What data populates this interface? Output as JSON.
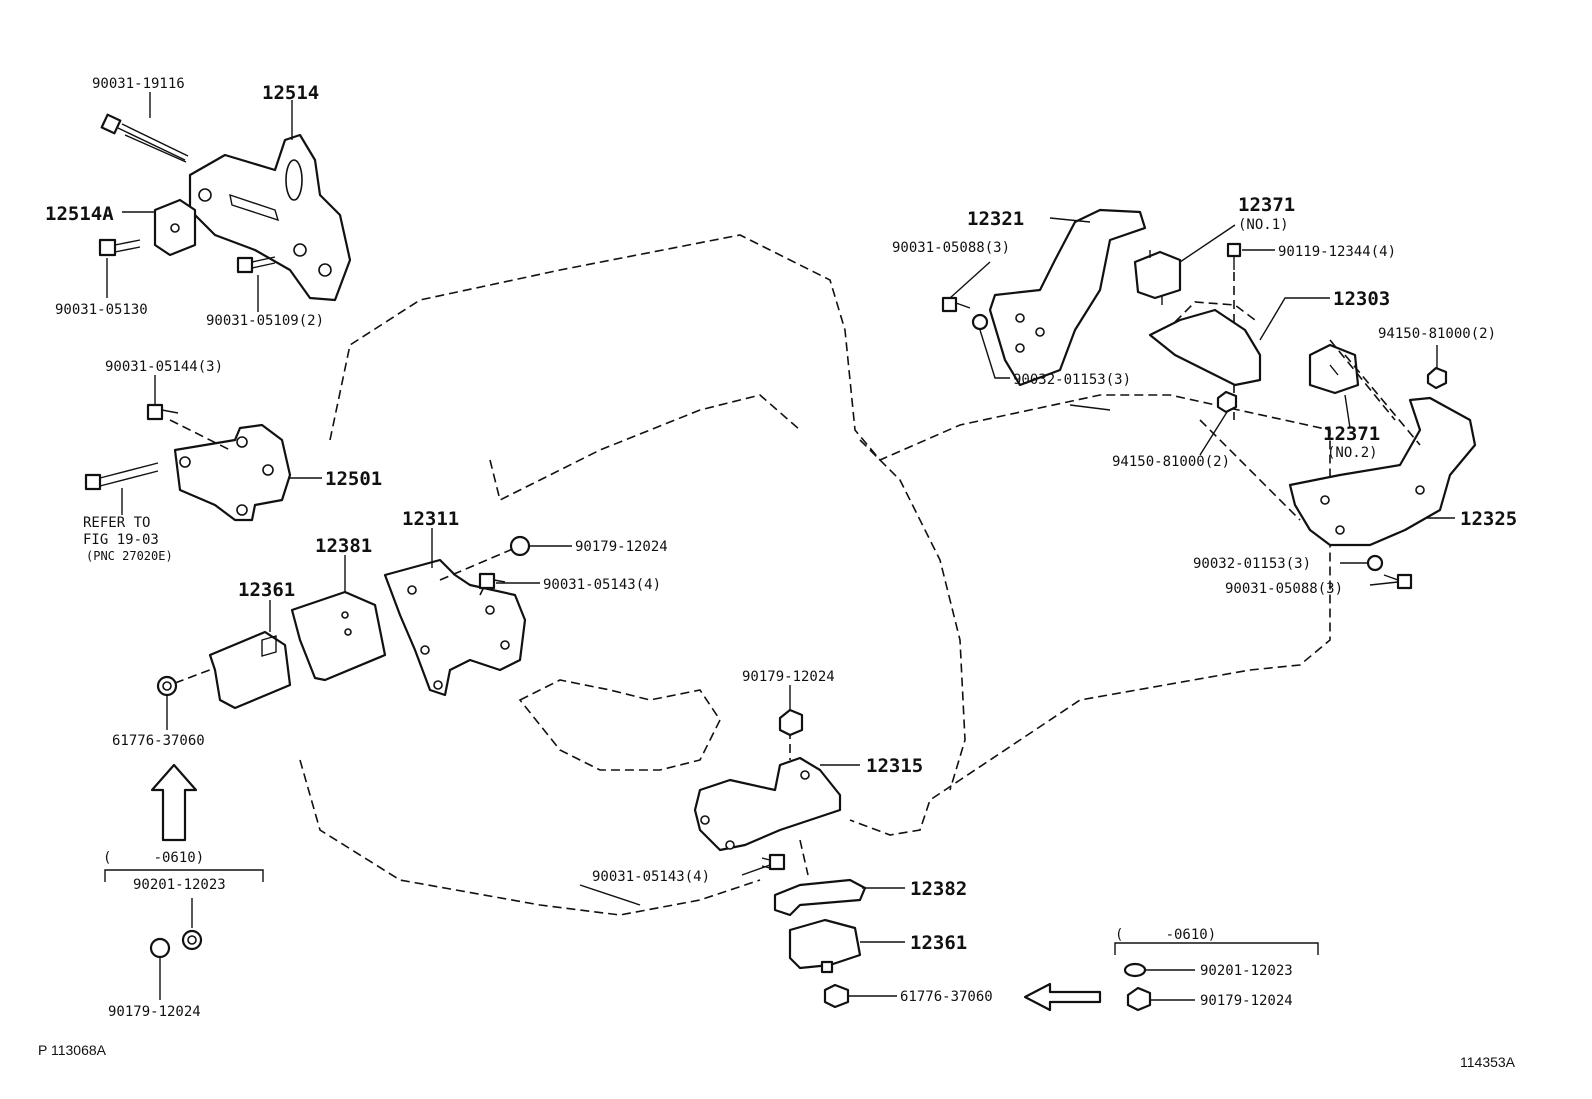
{
  "labels": {
    "l_90031_19116": "90031-19116",
    "l_12514": "12514",
    "l_12514A": "12514A",
    "l_90031_05130": "90031-05130",
    "l_90031_05109": "90031-05109(2)",
    "l_90031_05144": "90031-05144(3)",
    "l_12501": "12501",
    "l_refer1": "REFER TO",
    "l_refer2": "FIG 19-03",
    "l_refer3": "(PNC 27020E)",
    "l_12311": "12311",
    "l_12381": "12381",
    "l_12361_left": "12361",
    "l_90179_12024_a": "90179-12024",
    "l_90031_05143_top": "90031-05143(4)",
    "l_61776_37060_left": "61776-37060",
    "l_range_left": "(     -0610)",
    "l_90201_12023_left": "90201-12023",
    "l_90179_12024_left": "90179-12024",
    "l_12321": "12321",
    "l_90031_05088_top": "90031-05088(3)",
    "l_90032_01153_top": "90032-01153(3)",
    "l_12371_a": "12371",
    "l_no1": "(NO.1)",
    "l_90119_12344": "90119-12344(4)",
    "l_12303": "12303",
    "l_94150_81000_top": "94150-81000(2)",
    "l_94150_81000_mid": "94150-81000(2)",
    "l_12371_b": "12371",
    "l_no2": "(NO.2)",
    "l_12325": "12325",
    "l_90032_01153_bot": "90032-01153(3)",
    "l_90031_05088_bot": "90031-05088(3)",
    "l_90179_12024_mid": "90179-12024",
    "l_12315": "12315",
    "l_90031_05143_bot": "90031-05143(4)",
    "l_12382": "12382",
    "l_12361_bot": "12361",
    "l_61776_37060_bot": "61776-37060",
    "l_range_right": "(     -0610)",
    "l_90201_12023_right": "90201-12023",
    "l_90179_12024_right": "90179-12024",
    "l_ref_left": "P 113068A",
    "l_ref_right": "114353A"
  }
}
